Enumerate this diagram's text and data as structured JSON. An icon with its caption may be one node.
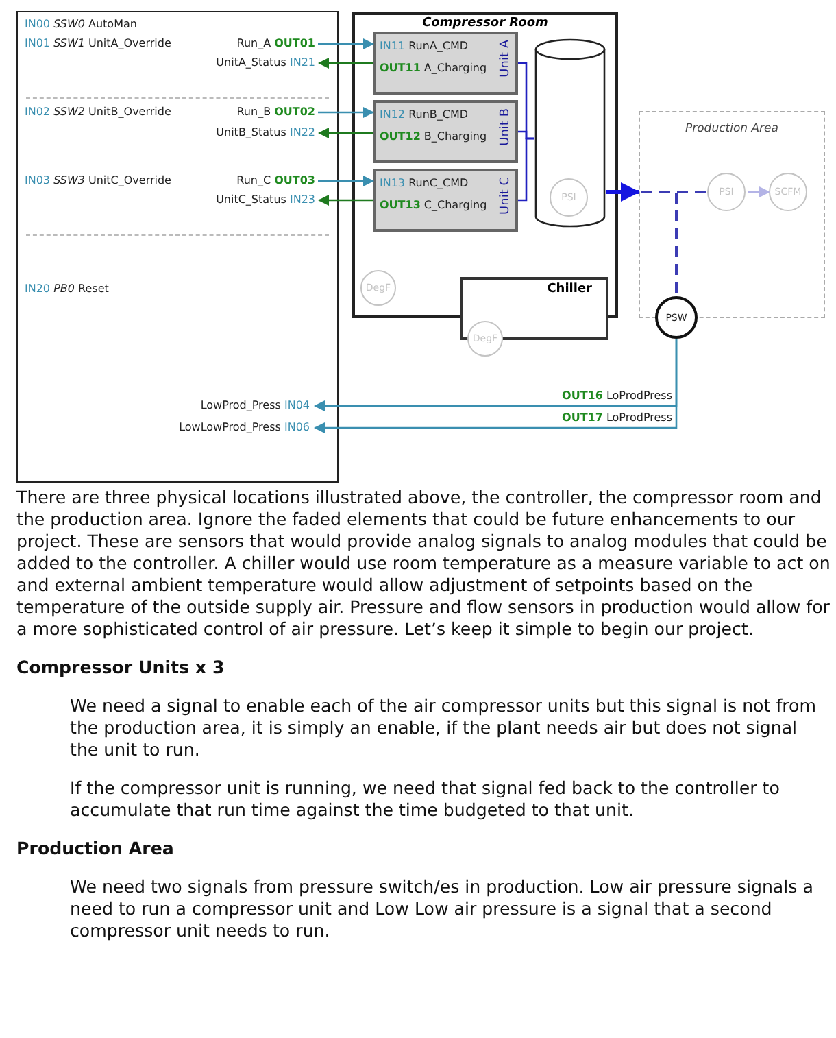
{
  "diagram": {
    "nodes": [
      {
        "text": [],
        "shape": "box"
      },
      {
        "text": [
          "Run_A OUT01"
        ],
        "in": 0
      },
      {
        "text": [
          "UnitA_Status IN21"
        ],
        "in": 0
      },
      {
        "text": [
          "Run_B OUT02"
        ],
        "in": 0
      },
      {
        "text": [
          "UnitB_Status IN22"
        ],
        "in": 0
      },
      {
        "text": [
          "Run_C OUT03"
        ],
        "in": 0
      },
      {
        "text": [
          "UnitC_Status IN23"
        ],
        "in": 0
      },
      {
        "text": [
          "LowProd_Press IN04"
        ],
        "in": 0
      },
      {
        "text": [
          "LowLowProd_Press IN06"
        ],
        "in": 0
      },
      {
        "text": [
          "Compressor Room"
        ]
      },
      {
        "text": [
          "IN11 RunA_CMD",
          "OUT11 A_Charging",
          "Unit A"
        ],
        "in": 9
      },
      {
        "text": [
          "IN12 RunB_CMD",
          "OUT12 B_Charging",
          "Unit B"
        ],
        "in": 9
      },
      {
        "text": [
          "IN13 RunC_CMD",
          "OUT13 C_Charging",
          "Unit C"
        ],
        "in": 9
      },
      {
        "text": [],
        "shape": "cylinder",
        "in": 9
      },
      {
        "text": [
          "PSI"
        ],
        "in": 13
      },
      {
        "text": [
          "DegF"
        ],
        "in": 9
      },
      {
        "text": [
          "Chiller"
        ]
      },
      {
        "text": [
          "DegF"
        ]
      },
      {
        "text": [
          "Production Area"
        ]
      },
      {
        "text": [
          "PSI"
        ],
        "in": 18
      },
      {
        "text": [
          "SCFM"
        ],
        "in": 18
      },
      {
        "text": [
          "PSW"
        ]
      }
    ],
    "edges": [
      {
        "from": 1,
        "to": 10,
        "arrow": "to"
      },
      {
        "from": 10,
        "to": 2,
        "arrow": "to",
        "color": "#1f7a1f"
      },
      {
        "from": 3,
        "to": 11,
        "arrow": "to"
      },
      {
        "from": 11,
        "to": 4,
        "arrow": "to",
        "color": "#1f7a1f"
      },
      {
        "from": 5,
        "to": 12,
        "arrow": "to"
      },
      {
        "from": 12,
        "to": 6,
        "arrow": "to",
        "color": "#1f7a1f"
      },
      {
        "from": 10,
        "to": 13,
        "arrow": "none",
        "color": "#2020c0"
      },
      {
        "from": 11,
        "to": 13,
        "arrow": "none",
        "color": "#2020c0"
      },
      {
        "from": 12,
        "to": 13,
        "arrow": "none",
        "color": "#2020c0"
      },
      {
        "from": 13,
        "to": 18,
        "arrow": "to",
        "style": "thick",
        "color": "#1515e0"
      },
      {
        "from": 18,
        "to": 19,
        "arrow": "none",
        "style": "dashed",
        "color": "#3c3cb4"
      },
      {
        "from": 18,
        "to": 21,
        "arrow": "none",
        "style": "dashed",
        "color": "#3c3cb4"
      },
      {
        "from": 19,
        "to": 20,
        "arrow": "to",
        "color": "#b4b4e6"
      },
      {
        "from": 21,
        "to": 7,
        "arrow": "to",
        "label": "OUT16 LoProdPress"
      },
      {
        "from": 21,
        "to": 8,
        "arrow": "to",
        "label": "OUT17 LoProdPress"
      }
    ],
    "labels": [
      "IN00 *SSW0* AutoMan",
      "IN01 *SSW1* UnitA_Override",
      "IN02 *SSW2* UnitB_Override",
      "IN03 *SSW3* UnitC_Override",
      "IN20 *PB0* Reset",
      "There are three physical locations illustrated above, the controller, the compressor room and the production area. Ignore the faded elements that could be future enhancements to our project. These are sensors that would provide analog signals to analog modules that could be added to the controller. A chiller would use room temperature as a measure variable to act on and external ambient temperature would allow adjustment of setpoints based on the temperature of the outside supply air. Pressure and flow sensors in production would allow for a more sophisticated control of air pressure. Let’s keep it simple to begin our project.",
      "Compressor Units x 3",
      "We need a signal to enable each of the air compressor units but this signal is not from the production area, it is simply an enable, if the plant needs air but does not signal the unit to run.",
      "If the compressor unit is running, we need that signal fed back to the controller to accumulate that run time against the time budgeted to that unit.",
      "Production Area",
      "We need two signals from pressure switch/es in production. Low air pressure signals a need to run a compressor unit and Low Low air pressure is a signal that a second compressor unit needs to run."
    ]
  }
}
